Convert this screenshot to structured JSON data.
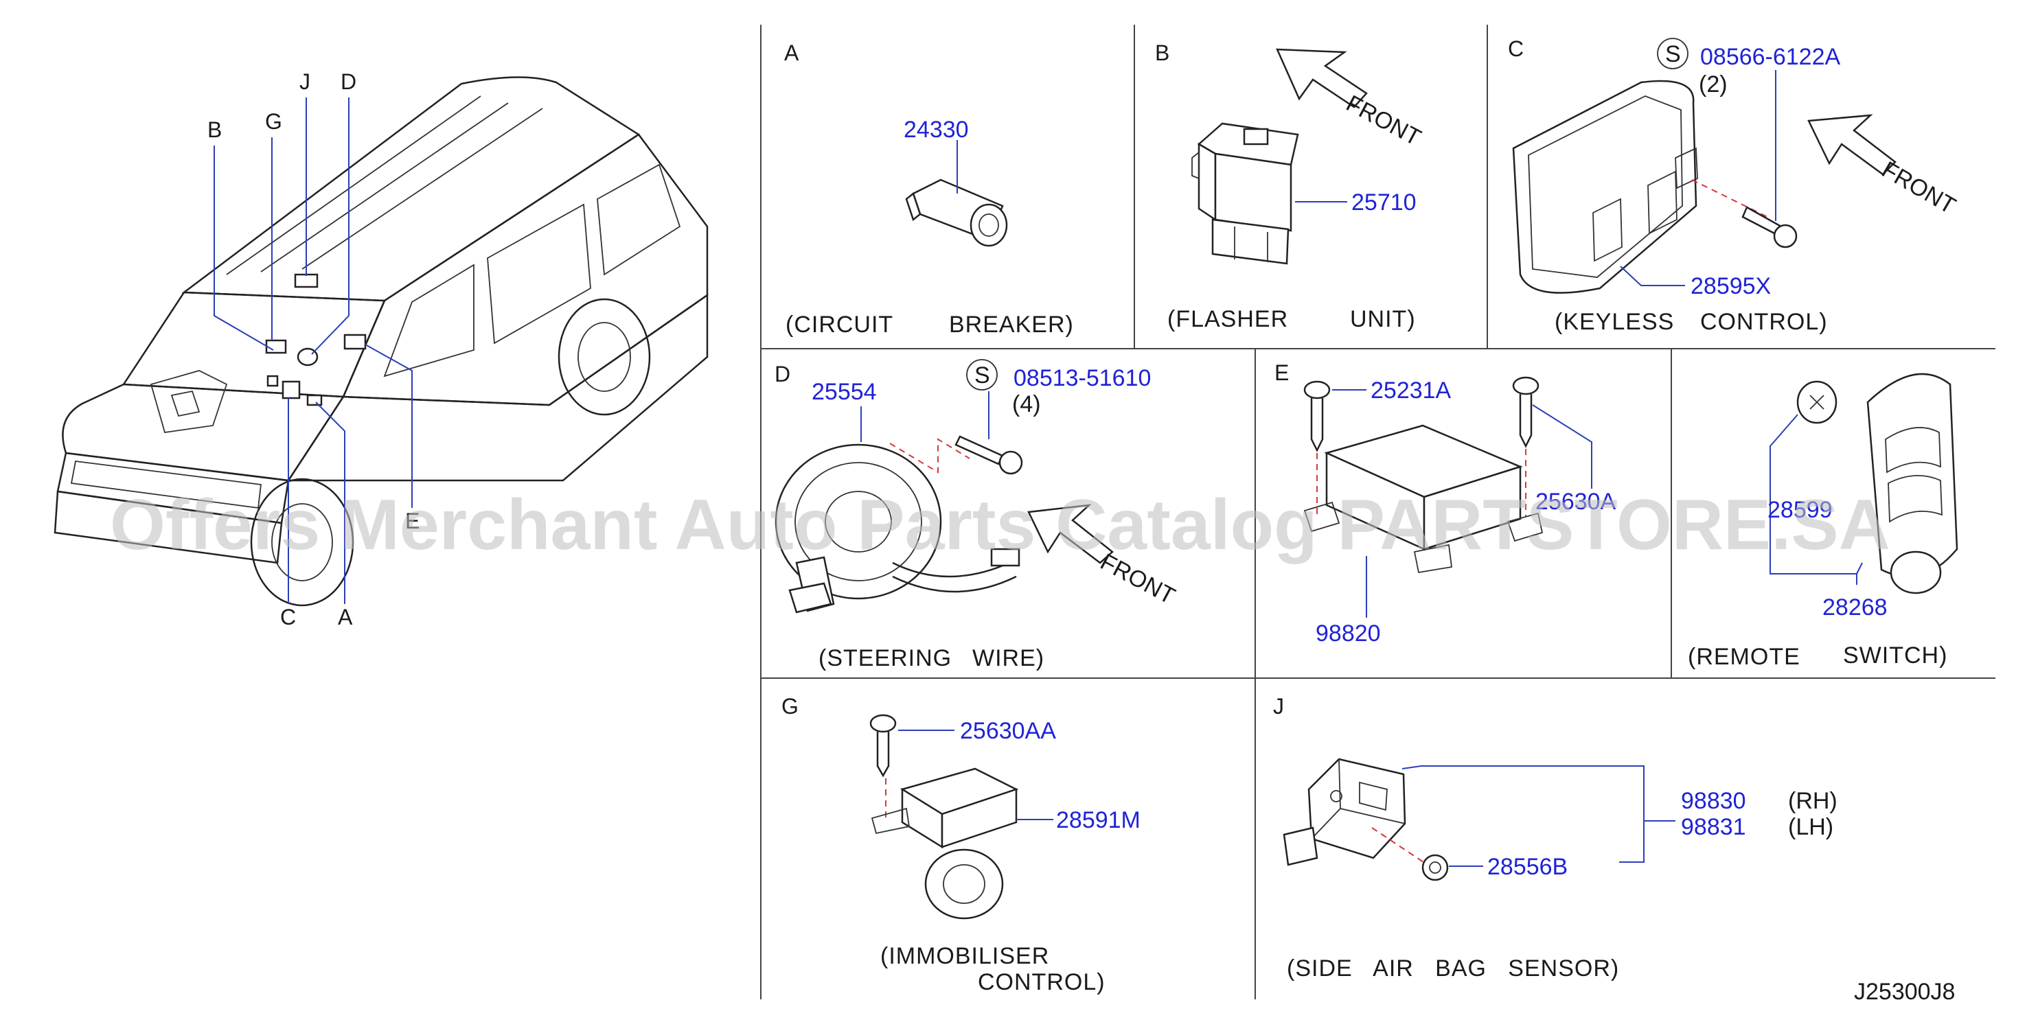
{
  "vehicle_callouts": [
    "B",
    "G",
    "J",
    "D",
    "C",
    "A",
    "E"
  ],
  "sections": {
    "A": {
      "letter": "A",
      "part": "24330",
      "caption_1": "(CIRCUIT",
      "caption_2": "BREAKER)"
    },
    "B": {
      "letter": "B",
      "part": "25710",
      "front": "FRONT",
      "caption_1": "(FLASHER",
      "caption_2": "UNIT)"
    },
    "C": {
      "letter": "C",
      "screw_symbol": "S",
      "screw_part": "08566-6122A",
      "screw_qty": "(2)",
      "part": "28595X",
      "front": "FRONT",
      "caption_1": "(KEYLESS",
      "caption_2": "CONTROL)"
    },
    "D": {
      "letter": "D",
      "part": "25554",
      "screw_symbol": "S",
      "screw_part": "08513-51610",
      "screw_qty": "(4)",
      "front": "FRONT",
      "caption_1": "(STEERING",
      "caption_2": "WIRE)"
    },
    "E": {
      "letter": "E",
      "bolt_part": "25231A",
      "bolt_part_2": "25630A",
      "part": "98820"
    },
    "F": {
      "part_partial": "28599",
      "part": "28268",
      "caption_1": "(REMOTE",
      "caption_2": "SWITCH)"
    },
    "G": {
      "letter": "G",
      "bolt_part": "25630AA",
      "part": "28591M",
      "caption_1": "(IMMOBILISER",
      "caption_2": "CONTROL)"
    },
    "J": {
      "letter": "J",
      "part_rh": "98830",
      "rh": "(RH)",
      "part_lh": "98831",
      "lh": "(LH)",
      "nut_part": "28556B",
      "caption": "(SIDE   AIR   BAG   SENSOR)"
    }
  },
  "diagram_code": "J25300J8",
  "watermark": "Offers Merchant Auto Parts Catalog PARTSTORE.SA"
}
